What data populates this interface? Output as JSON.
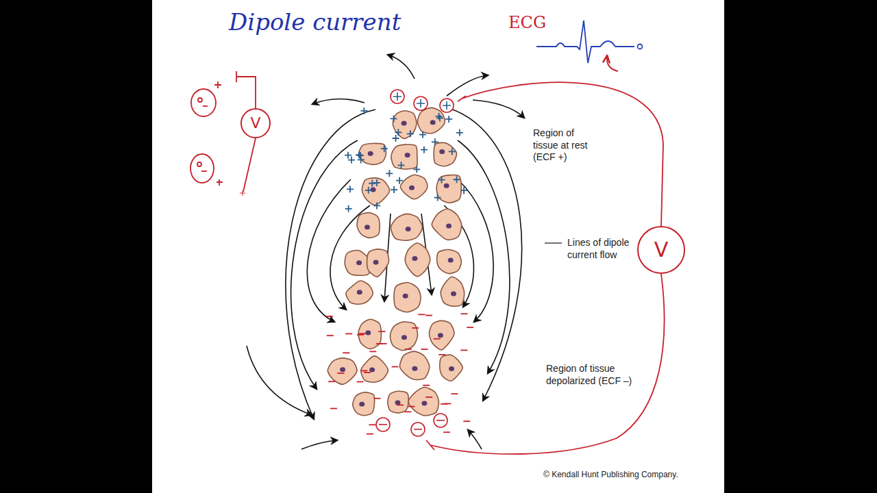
{
  "diagram": {
    "title": "Dipole current",
    "nodes": [
      {
        "text": [
          "V"
        ]
      },
      {
        "text": [
          "V"
        ]
      }
    ],
    "labels": [
      "ECG",
      "Region of tissue at rest (ECF +)",
      "Lines of dipole current flow",
      "Region of tissue depolarized (ECF –)",
      "© Kendall Hunt Publishing Company."
    ]
  }
}
